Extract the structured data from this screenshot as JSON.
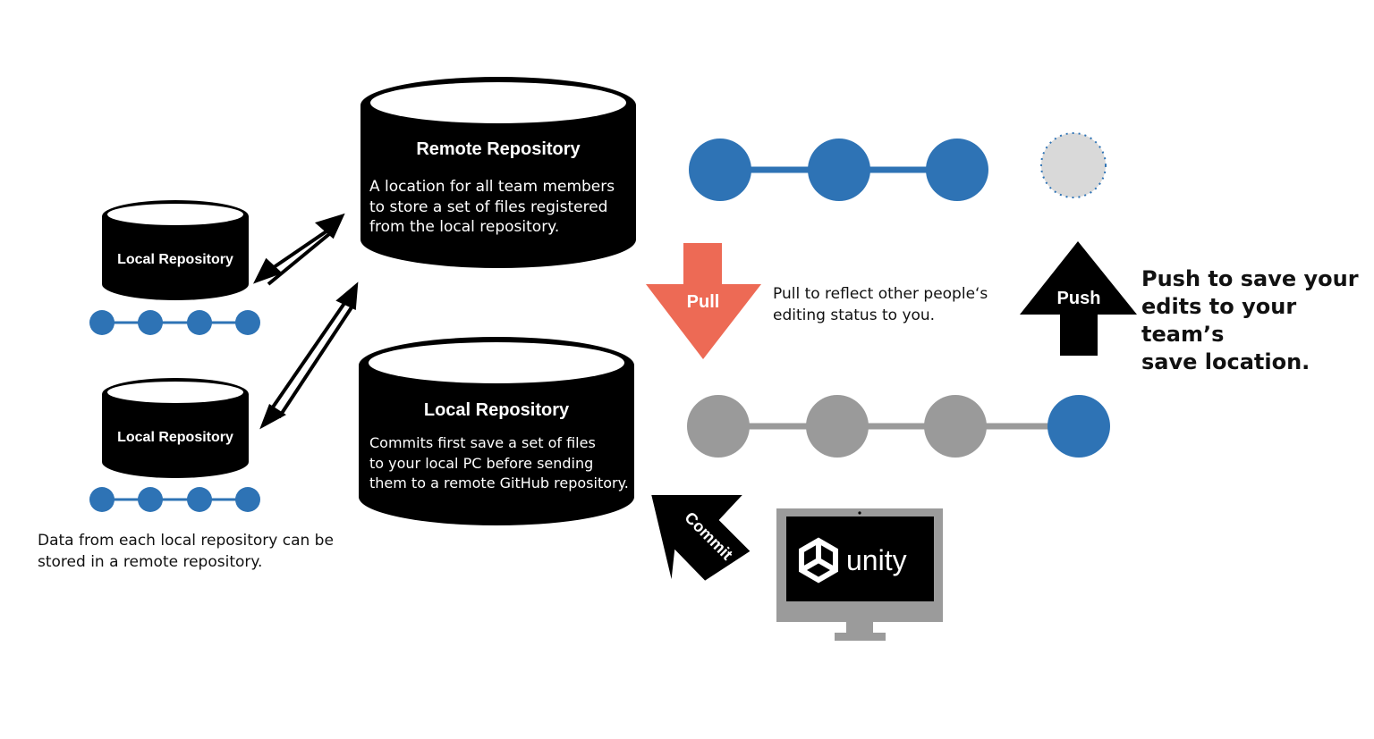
{
  "remote_repo": {
    "title": "Remote Repository",
    "desc": [
      "A location for all team members",
      "to store a set of files registered",
      "from the local repository."
    ]
  },
  "local_repo_main": {
    "title": "Local Repository",
    "desc": [
      "Commits first save a set of files",
      "to your local PC before sending",
      "them to a remote GitHub repository."
    ]
  },
  "local_repo_small": {
    "title": "Local Repository"
  },
  "data_note": [
    "Data from each local repository can be",
    "stored in a remote repository."
  ],
  "pull": {
    "label": "Pull",
    "note": [
      "Pull to reflect other people‘s",
      "editing status to you."
    ]
  },
  "push": {
    "label": "Push",
    "note": [
      "Push to save your",
      "edits to your team’s",
      "save location."
    ]
  },
  "commit": {
    "label": "Commit"
  },
  "monitor": {
    "logo_text": "unity"
  },
  "colors": {
    "cylinder": "#000000",
    "node_blue": "#2e73b5",
    "node_gray": "#9a9a9a",
    "pull_arrow": "#ed6a55",
    "pending_node": "#d9d9d9",
    "monitor_body": "#9b9b9b"
  }
}
